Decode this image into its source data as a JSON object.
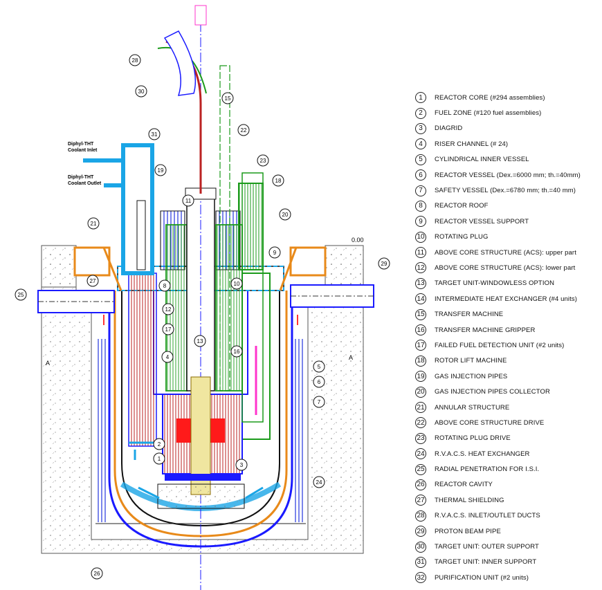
{
  "legend": [
    {
      "n": "1",
      "text": "REACTOR CORE (#294 assemblies)"
    },
    {
      "n": "2",
      "text": "FUEL  ZONE (#120 fuel assemblies)"
    },
    {
      "n": "3",
      "text": "DIAGRID"
    },
    {
      "n": "4",
      "text": "RISER CHANNEL (# 24)"
    },
    {
      "n": "5",
      "text": "CYLINDRICAL INNER VESSEL"
    },
    {
      "n": "6",
      "text": "REACTOR VESSEL (Dex.=6000 mm; th.=40mm)"
    },
    {
      "n": "7",
      "text": "SAFETY  VESSEL (Dex.=6780 mm; th.=40 mm)"
    },
    {
      "n": "8",
      "text": "REACTOR ROOF"
    },
    {
      "n": "9",
      "text": "REACTOR VESSEL SUPPORT"
    },
    {
      "n": "10",
      "text": "ROTATING PLUG"
    },
    {
      "n": "11",
      "text": "ABOVE CORE STRUCTURE (ACS): upper part"
    },
    {
      "n": "12",
      "text": "ABOVE CORE STRUCTURE (ACS): lower part"
    },
    {
      "n": "13",
      "text": "TARGET UNIT-WINDOWLESS OPTION"
    },
    {
      "n": "14",
      "text": "INTERMEDIATE HEAT EXCHANGER (#4 units)"
    },
    {
      "n": "15",
      "text": "TRANSFER  MACHINE"
    },
    {
      "n": "16",
      "text": "TRANSFER MACHINE  GRIPPER"
    },
    {
      "n": "17",
      "text": "FAILED FUEL DETECTION UNIT (#2 units)"
    },
    {
      "n": "18",
      "text": "ROTOR LIFT  MACHINE"
    },
    {
      "n": "19",
      "text": "GAS INJECTION PIPES"
    },
    {
      "n": "20",
      "text": "GAS INJECTION PIPES COLLECTOR"
    },
    {
      "n": "21",
      "text": "ANNULAR STRUCTURE"
    },
    {
      "n": "22",
      "text": "ABOVE CORE STRUCTURE DRIVE"
    },
    {
      "n": "23",
      "text": "ROTATING PLUG DRIVE"
    },
    {
      "n": "24",
      "text": "R.V.A.C.S. HEAT EXCHANGER"
    },
    {
      "n": "25",
      "text": "RADIAL PENETRATION FOR I.S.I."
    },
    {
      "n": "26",
      "text": "REACTOR  CAVITY"
    },
    {
      "n": "27",
      "text": "THERMAL SHIELDING"
    },
    {
      "n": "28",
      "text": "R.V.A.C.S. INLET/OUTLET DUCTS"
    },
    {
      "n": "29",
      "text": "PROTON BEAM PIPE"
    },
    {
      "n": "30",
      "text": "TARGET UNIT: OUTER SUPPORT"
    },
    {
      "n": "31",
      "text": "TARGET UNIT: INNER SUPPORT"
    },
    {
      "n": "32",
      "text": "PURIFICATION UNIT (#2 units)"
    }
  ],
  "drawing": {
    "coolant_inlet": [
      "Diphyl-THT",
      "Coolant Inlet"
    ],
    "coolant_outlet": [
      "Diphyl-THT",
      "Coolant Outlet"
    ],
    "elevation": "0.00",
    "section_mark": "A",
    "callouts": [
      "1",
      "2",
      "3",
      "4",
      "5",
      "6",
      "7",
      "8",
      "9",
      "10",
      "11",
      "12",
      "13",
      "15",
      "16",
      "17",
      "18",
      "19",
      "20",
      "21",
      "22",
      "23",
      "24",
      "25",
      "26",
      "27",
      "28",
      "29",
      "30",
      "31"
    ],
    "colors": {
      "vessel": "#1a1aff",
      "heat_exchanger": "#19a019",
      "core": "#ff1a1a",
      "thermal_shield": "#e88a1a",
      "coolant": "#1aa5e6",
      "concrete": "#888888",
      "fuel_handling": "#ff33cc"
    }
  }
}
